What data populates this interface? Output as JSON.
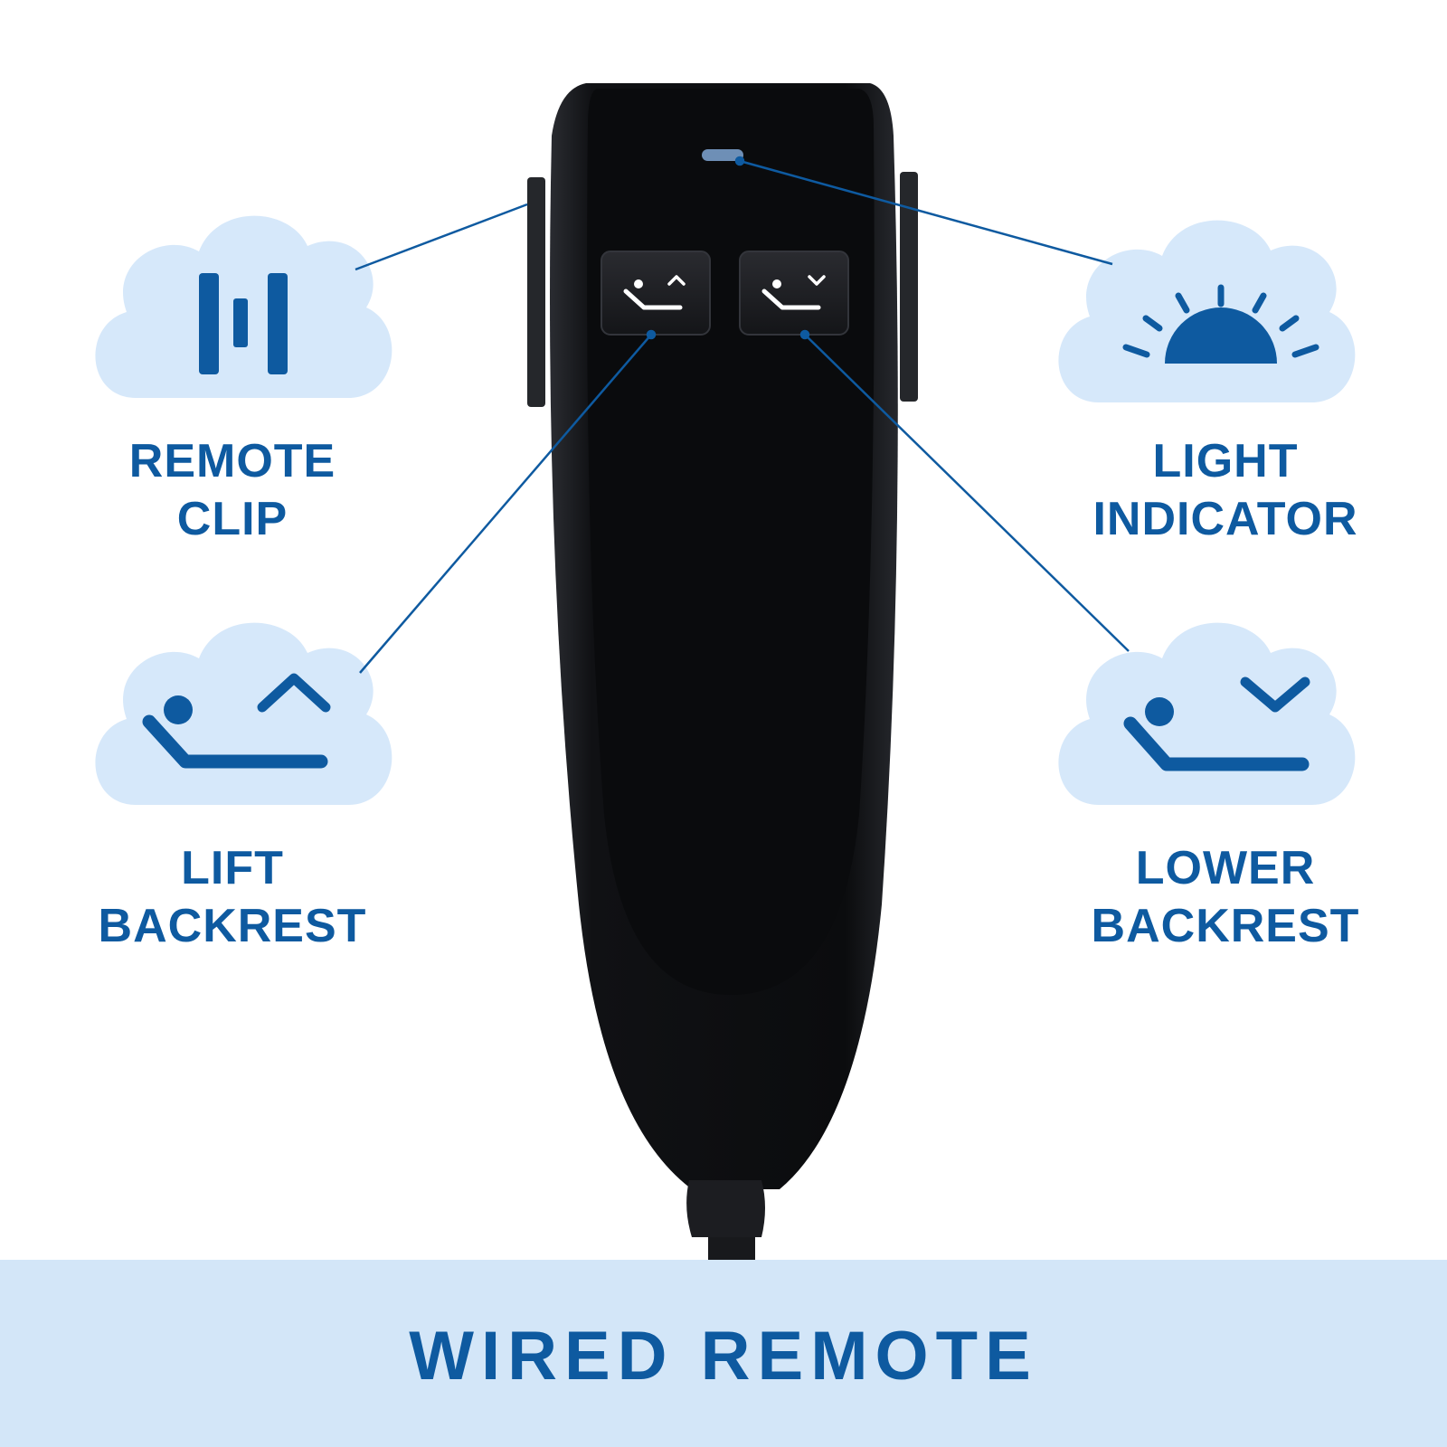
{
  "colors": {
    "brand_blue": "#0e5aa0",
    "cloud_fill": "#d6e8fa",
    "banner_fill": "#d3e6f8",
    "remote_body": "#0e0f12",
    "button_face": "#1c1d21",
    "indicator_led": "#6e8fb6",
    "icon_white": "#ffffff"
  },
  "callouts": {
    "remote_clip": {
      "line1": "REMOTE",
      "line2": "CLIP",
      "icon": "clip-icon"
    },
    "light_indicator": {
      "line1": "LIGHT",
      "line2": "INDICATOR",
      "icon": "sunrise-icon"
    },
    "lift_backrest": {
      "line1": "LIFT",
      "line2": "BACKREST",
      "icon": "recline-up-icon"
    },
    "lower_backrest": {
      "line1": "LOWER",
      "line2": "BACKREST",
      "icon": "recline-down-icon"
    }
  },
  "remote": {
    "buttons": [
      {
        "name": "lift-backrest-button",
        "icon": "recline-up-icon"
      },
      {
        "name": "lower-backrest-button",
        "icon": "recline-down-icon"
      }
    ]
  },
  "banner": {
    "title": "WIRED REMOTE"
  }
}
